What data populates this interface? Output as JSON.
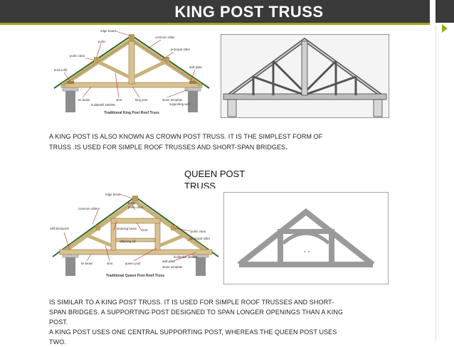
{
  "title": "KING POST TRUSS",
  "king_diagram": {
    "labels": [
      "ridge board",
      "purlin",
      "common rafter",
      "purlin cleat",
      "principal rafter",
      "brick infill",
      "wall plate",
      "tie beam",
      "strut",
      "king post",
      "stone template",
      "supporting wall",
      "builderbill 25/6/05"
    ],
    "caption": "Traditional King Post Roof Truss"
  },
  "king_description_line1": "A KING POST IS ALSO KNOWN AS CROWN POST TRUSS. IT IS THE SIMPLEST FORM OF",
  "king_description_line2": "TRUSS .IS USED FOR SIMPLE ROOF TRUSSES  AND SHORT-SPAN BRIDGES",
  "king_description_dot": ".",
  "queen_heading_line1": "QUEEN POST",
  "queen_heading_line2": "TRUSS",
  "queen_diagram": {
    "labels": [
      "ridge beam",
      "purlin",
      "purlin cleat",
      "common rafters",
      "straining beam",
      "cleat",
      "infill brickwork",
      "straining sill",
      "purlin cleat",
      "principal rafter",
      "tie beam",
      "strut",
      "queen post",
      "wall plate",
      "stone template",
      "builderbill 25/6/05"
    ],
    "caption": "Traditional Queen Post Roof Truss"
  },
  "queen_description_line1": "IS SIMILAR TO A KING POST TRUSS. IT IS USED FOR SIMPLE ROOF TRUSSES AND SHORT-",
  "queen_description_line2": "SPAN BRIDGES. A SUPPORTING POST DESIGNED TO SPAN LONGER OPENINGS THAN A KING",
  "queen_description_line3": "POST.",
  "queen_description_line4": "A KING POST USES ONE CENTRAL SUPPORTING POST, WHEREAS THE QUEEN POST USES",
  "queen_description_line5": "TWO."
}
